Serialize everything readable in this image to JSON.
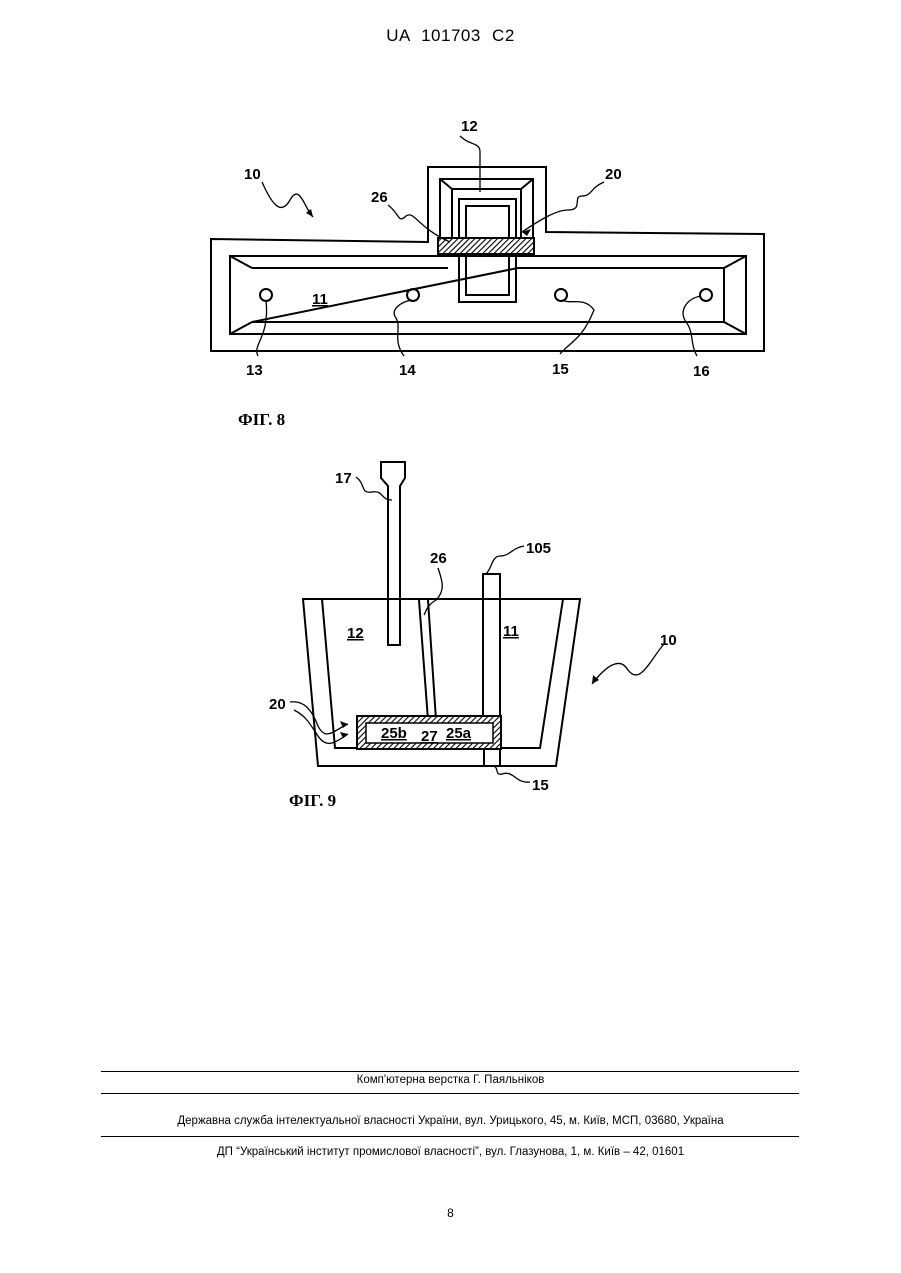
{
  "header": {
    "patent_number": "UA   101703   C2"
  },
  "figure8": {
    "caption": "ФІГ. 8",
    "labels": {
      "l10": "10",
      "l12": "12",
      "l20": "20",
      "l26": "26",
      "l11": "11",
      "l13": "13",
      "l14": "14",
      "l15": "15",
      "l16": "16"
    }
  },
  "figure9": {
    "caption": "ФІГ. 9",
    "labels": {
      "l17": "17",
      "l26": "26",
      "l105": "105",
      "l12": "12",
      "l11": "11",
      "l10": "10",
      "l20": "20",
      "l25b": "25b",
      "l27": "27",
      "l25a": "25a",
      "l15": "15"
    }
  },
  "footer": {
    "typesetting": "Комп'ютерна верстка Г. Паяльніков",
    "agency": "Державна служба інтелектуальної власності України, вул. Урицького, 45, м. Київ, МСП, 03680, Україна",
    "institute": "ДП “Український інститут промислової власності”, вул. Глазунова, 1, м. Київ – 42, 01601",
    "page_number": "8"
  }
}
